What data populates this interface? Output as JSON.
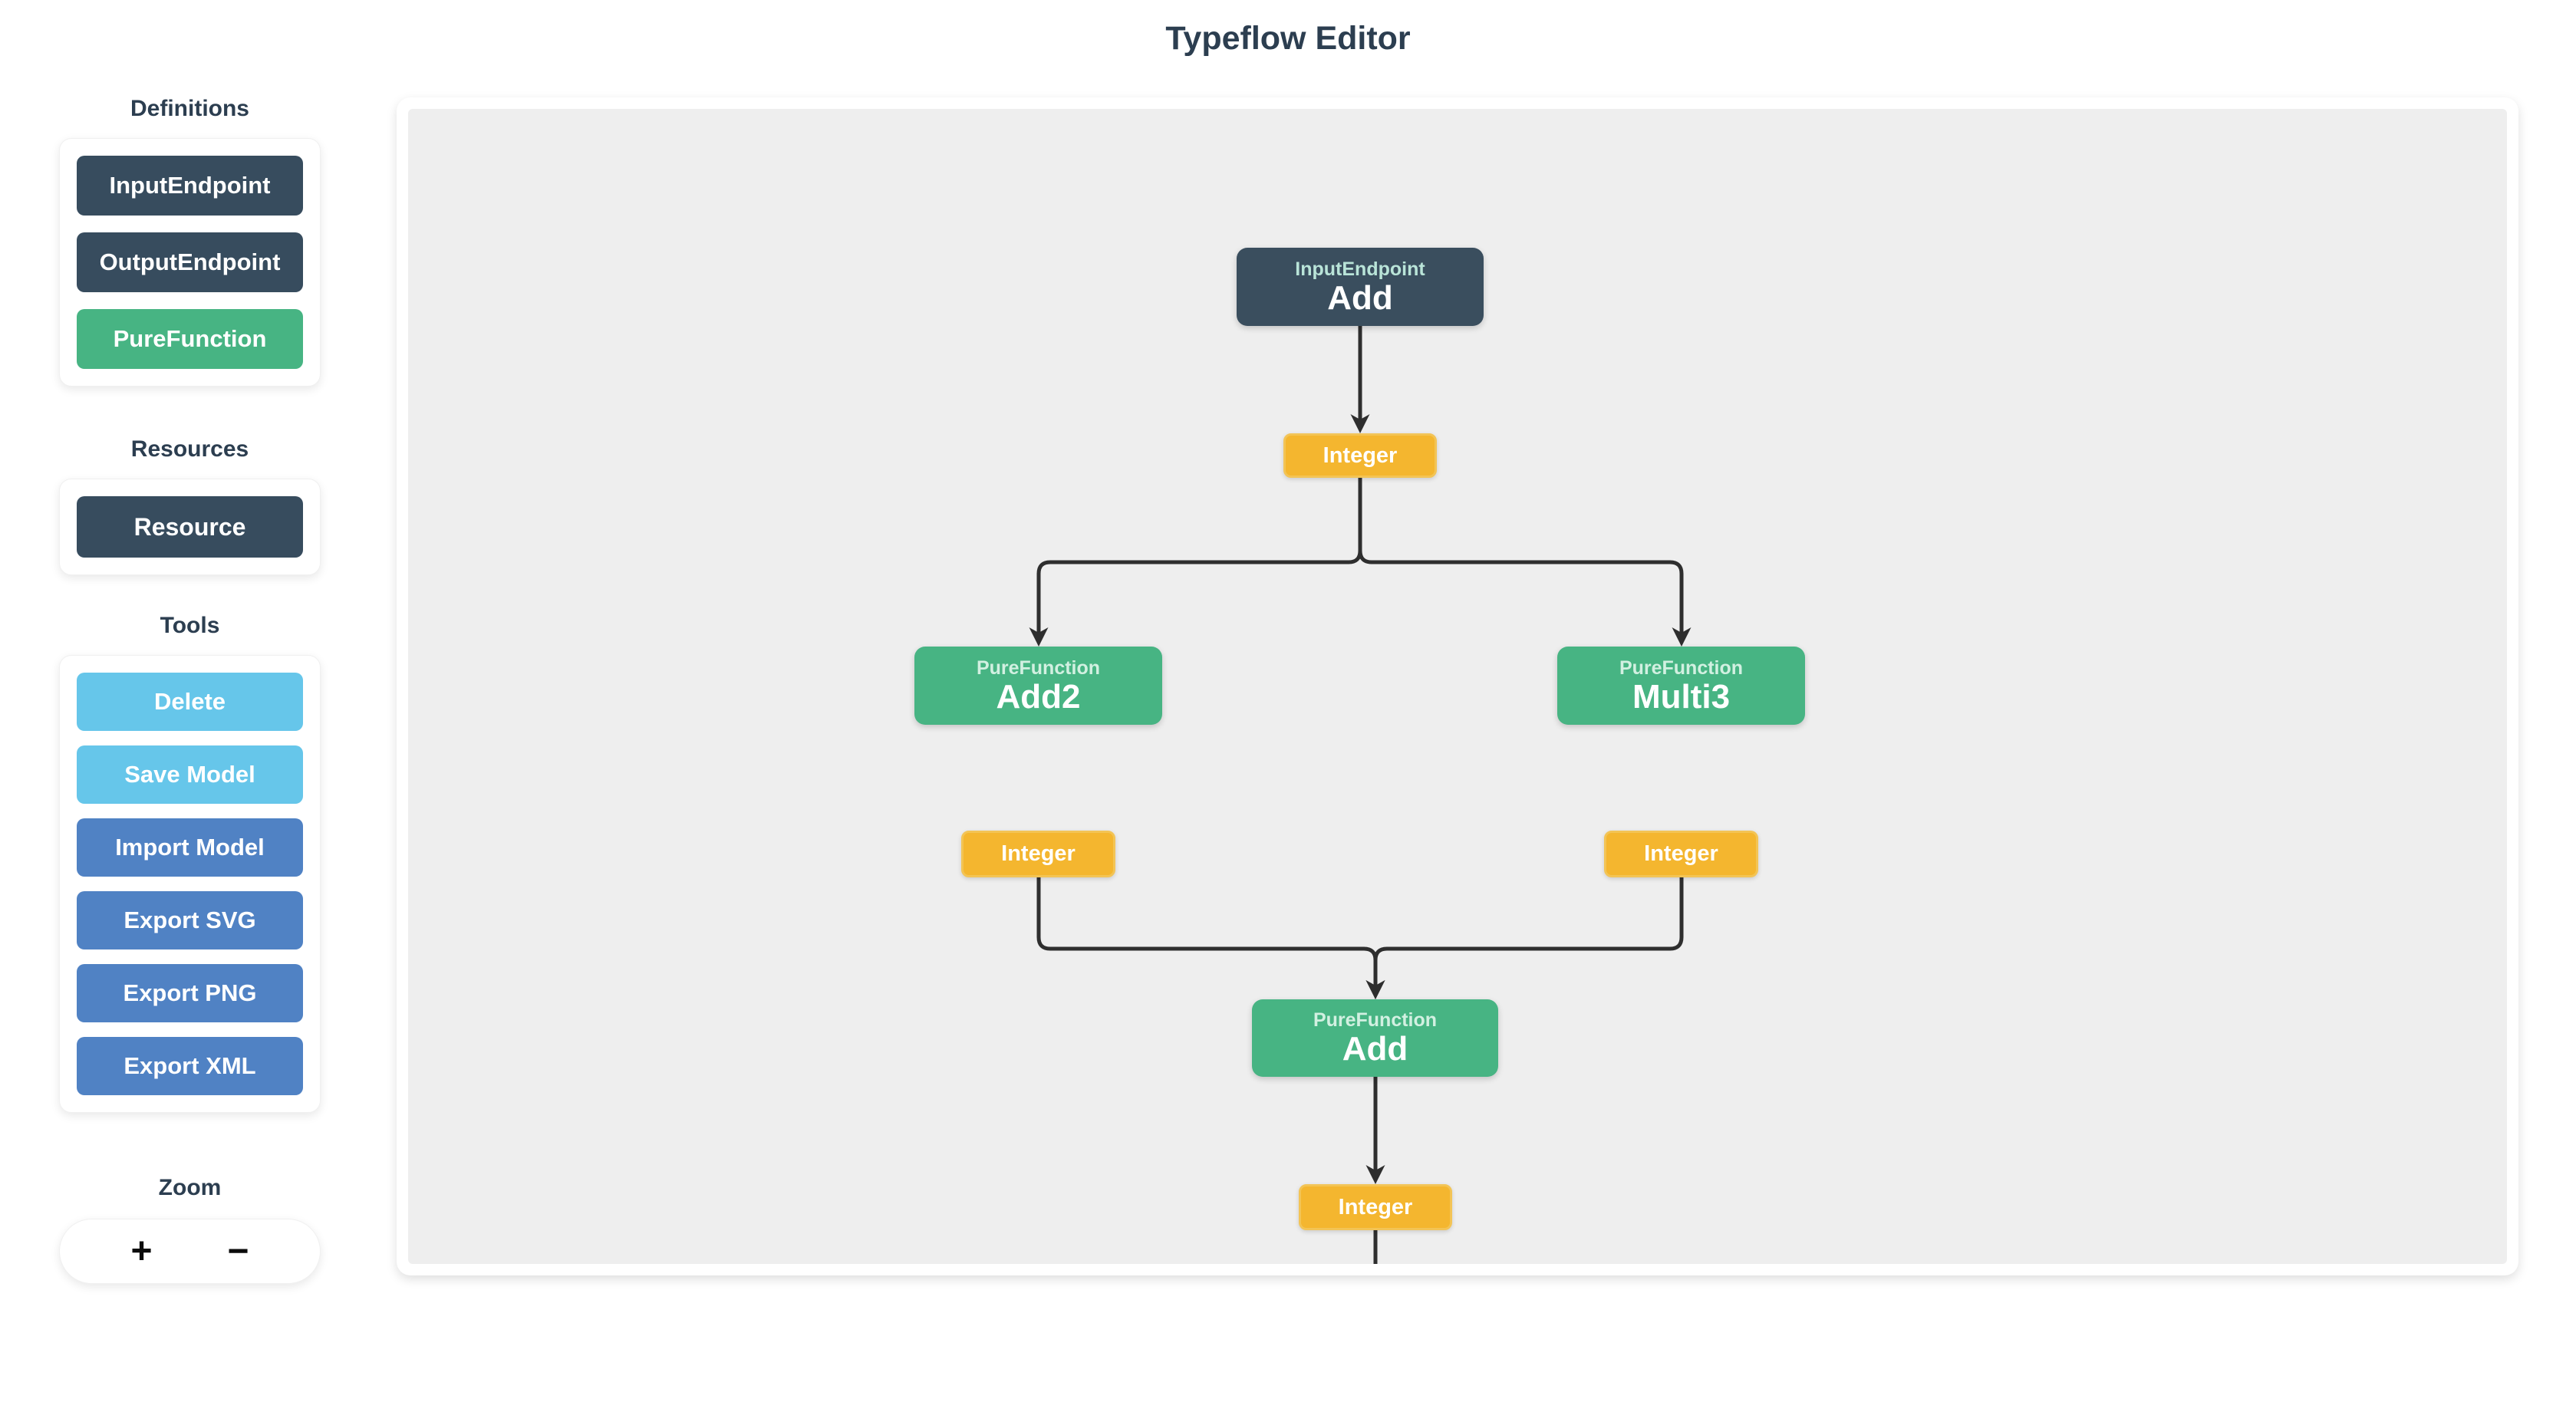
{
  "app": {
    "title": "Typeflow Editor"
  },
  "colors": {
    "heading": "#2c3e50",
    "dark_slate": "#374c5e",
    "green": "#47b483",
    "light_blue": "#66c6ea",
    "blue": "#5082c4",
    "amber": "#f4b62f",
    "canvas_background": "#eeeeee",
    "edge": "#2e2e2e"
  },
  "sidebar": {
    "definitions": {
      "heading": "Definitions",
      "items": [
        {
          "label": "InputEndpoint"
        },
        {
          "label": "OutputEndpoint"
        },
        {
          "label": "PureFunction"
        }
      ]
    },
    "resources": {
      "heading": "Resources",
      "items": [
        {
          "label": "Resource"
        }
      ]
    },
    "tools": {
      "heading": "Tools",
      "items": [
        {
          "label": "Delete"
        },
        {
          "label": "Save Model"
        },
        {
          "label": "Import Model"
        },
        {
          "label": "Export SVG"
        },
        {
          "label": "Export PNG"
        },
        {
          "label": "Export XML"
        }
      ]
    },
    "zoom": {
      "heading": "Zoom",
      "zoom_in": "+",
      "zoom_out": "−"
    }
  },
  "canvas": {
    "nodes": [
      {
        "kind": "InputEndpoint",
        "name": "Add"
      },
      {
        "kind": "PureFunction",
        "name": "Add2"
      },
      {
        "kind": "PureFunction",
        "name": "Multi3"
      },
      {
        "kind": "PureFunction",
        "name": "Add"
      }
    ],
    "type_badges": [
      {
        "name": "Integer"
      },
      {
        "name": "Integer"
      },
      {
        "name": "Integer"
      },
      {
        "name": "Integer"
      }
    ]
  }
}
